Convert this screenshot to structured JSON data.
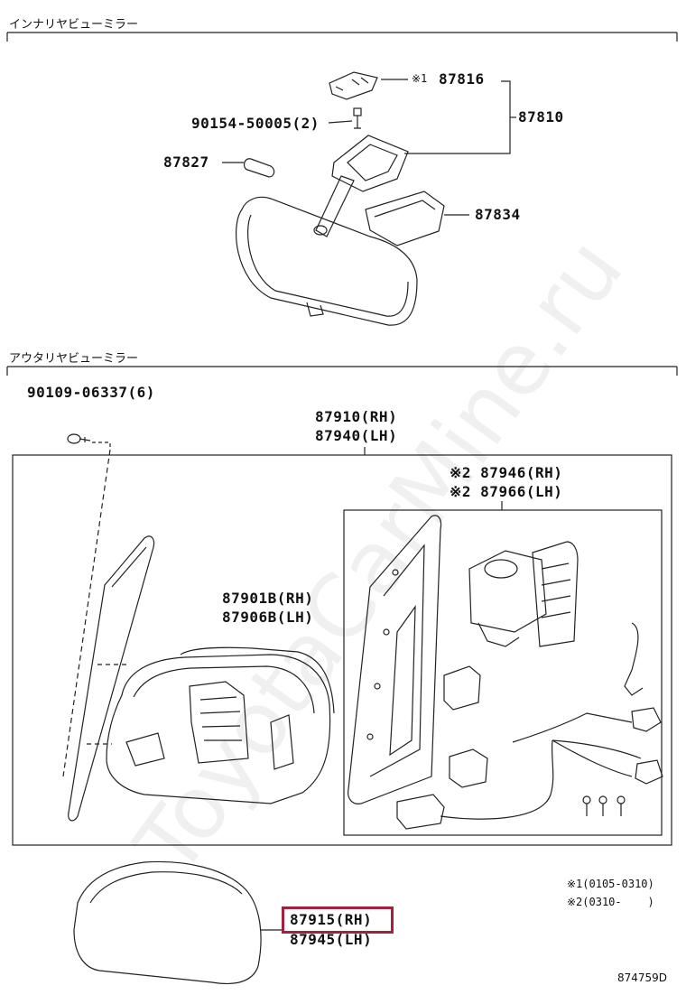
{
  "sections": {
    "inner": "インナリヤビューミラー",
    "outer": "アウタリヤビューミラー"
  },
  "parts": {
    "p87816": "87816",
    "p87816_note": "※1",
    "p87810": "87810",
    "p90154": "90154-50005(2)",
    "p87827": "87827",
    "p87834": "87834",
    "p90109": "90109-06337(6)",
    "p87910": "87910(RH)",
    "p87940": "87940(LH)",
    "p87946": "※2 87946(RH)",
    "p87966": "※2 87966(LH)",
    "p87901": "87901B(RH)",
    "p87906": "87906B(LH)",
    "p87915": "87915(RH)",
    "p87945": "87945(LH)"
  },
  "notes": {
    "n1": "※1(0105-0310)",
    "n2": "※2(0310-    )"
  },
  "diagram_code": "874759D",
  "watermark": "ToyotaCarMine.ru",
  "highlight_color": "#a3203f"
}
